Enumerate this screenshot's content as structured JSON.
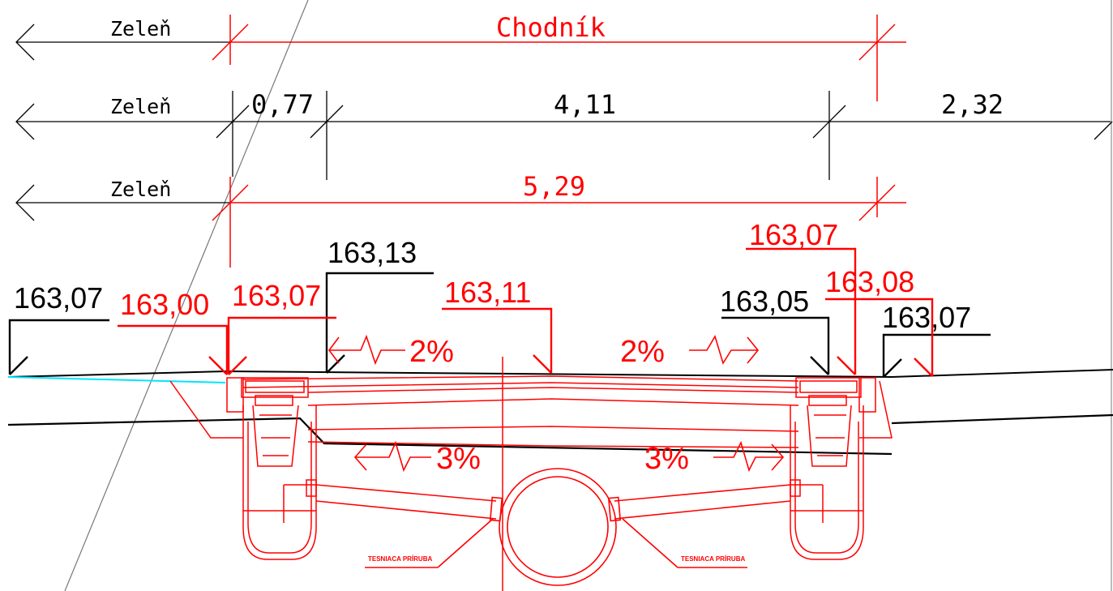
{
  "colors": {
    "black": "#000000",
    "red": "#ff0000",
    "cyan": "#00e5ff",
    "gray": "#777777"
  },
  "dimensions": {
    "row1": {
      "label_left": "Zeleň",
      "label_main": "Chodník"
    },
    "row2": {
      "label_left": "Zeleň",
      "seg1": "0,77",
      "seg2": "4,11",
      "seg3": "2,32"
    },
    "row3": {
      "label_left": "Zeleň",
      "label_main": "5,29"
    }
  },
  "levels": {
    "l1": "163,07",
    "l2": "163,00",
    "l3": "163,07",
    "l4": "163,13",
    "l5": "163,11",
    "l6": "163,07",
    "l7": "163,05",
    "l8": "163,08",
    "l9": "163,07"
  },
  "slopes": {
    "s1": "2%",
    "s2": "2%",
    "s3": "3%",
    "s4": "3%"
  },
  "notes": {
    "left": "TESNIACA PRÍRUBA",
    "right": "TESNIACA PRÍRUBA"
  }
}
